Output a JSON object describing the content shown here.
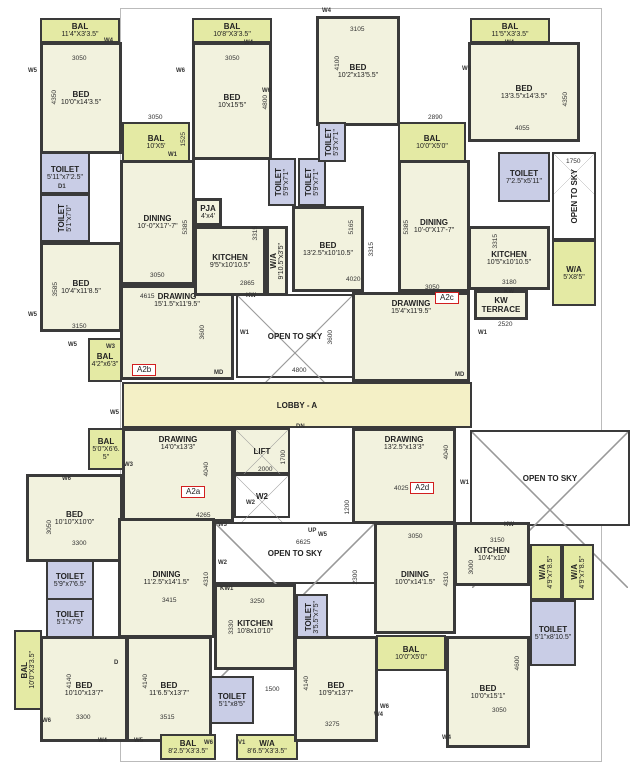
{
  "colors": {
    "room": "#f2f2de",
    "toilet": "#c9cde6",
    "balcony": "#e4eaa4",
    "lobby": "#f4f0c6",
    "wall": "#3a3a3a",
    "unit_tag": "#d21f1f"
  },
  "unit_tags": [
    "A2b",
    "A2c",
    "A2a",
    "A2d"
  ],
  "rooms": [
    {
      "name": "BAL",
      "dims": "11'4\"X3'3.5\"",
      "type": "bal"
    },
    {
      "name": "BED",
      "dims": "10'0\"x14'3.5\"",
      "type": "room"
    },
    {
      "name": "BAL",
      "dims": "10'X5'",
      "type": "bal"
    },
    {
      "name": "TOILET",
      "dims": "5'11\"x7'2.5\"",
      "type": "toilet"
    },
    {
      "name": "TOILET",
      "dims": "5'1\"x7'0\"",
      "type": "toilet"
    },
    {
      "name": "DINING",
      "dims": "10'-0\"X17'-7\"",
      "type": "room"
    },
    {
      "name": "BED",
      "dims": "10'4\"x11'8.5\"",
      "type": "room"
    },
    {
      "name": "DRAWING",
      "dims": "15'1.5\"x11'9.5\"",
      "type": "room"
    },
    {
      "name": "BAL",
      "dims": "4'2\"x6'3\"",
      "type": "bal"
    },
    {
      "name": "PJA",
      "dims": "4'x4'",
      "type": "room"
    },
    {
      "name": "KITCHEN",
      "dims": "9'5\"x10'10.5\"",
      "type": "room"
    },
    {
      "name": "W/A",
      "dims": "9'10.5\"x3'5\"",
      "type": "room"
    },
    {
      "name": "BAL",
      "dims": "10'8\"X3'3.5\"",
      "type": "bal"
    },
    {
      "name": "BED",
      "dims": "10'x15'5\"",
      "type": "room"
    },
    {
      "name": "TOILET",
      "dims": "5'9\"x7'1\"",
      "type": "toilet"
    },
    {
      "name": "TOILET",
      "dims": "5'9\"x7'1\"",
      "type": "toilet"
    },
    {
      "name": "BED",
      "dims": "10'2\"x13'5.5\"",
      "type": "room"
    },
    {
      "name": "TOILET",
      "dims": "5'3\"x7'1\"",
      "type": "toilet"
    },
    {
      "name": "BED",
      "dims": "13'2.5\"x10'10.5\"",
      "type": "room"
    },
    {
      "name": "BAL",
      "dims": "10'0\"X5'0\"",
      "type": "bal"
    },
    {
      "name": "BAL",
      "dims": "11'5\"X3'3.5\"",
      "type": "bal"
    },
    {
      "name": "BED",
      "dims": "13'3.5\"x14'3.5\"",
      "type": "room"
    },
    {
      "name": "DINING",
      "dims": "10'-0\"X17'-7\"",
      "type": "room"
    },
    {
      "name": "TOILET",
      "dims": "7'2.5\"x5'11\"",
      "type": "toilet"
    },
    {
      "name": "KITCHEN",
      "dims": "10'5\"x10'10.5\"",
      "type": "room"
    },
    {
      "name": "OPEN TO SKY",
      "dims": "",
      "type": "sky"
    },
    {
      "name": "W/A",
      "dims": "5'X8'5\"",
      "type": "bal"
    },
    {
      "name": "KW TERRACE",
      "dims": "",
      "type": "room"
    },
    {
      "name": "DRAWING",
      "dims": "15'4\"x11'9.5\"",
      "type": "room"
    },
    {
      "name": "OPEN TO SKY",
      "dims": "",
      "type": "sky"
    },
    {
      "name": "LOBBY - A",
      "dims": "",
      "type": "lobby"
    },
    {
      "name": "BAL",
      "dims": "5'0\"X6'6.5\"",
      "type": "bal"
    },
    {
      "name": "DRAWING",
      "dims": "14'0\"x13'3\"",
      "type": "room"
    },
    {
      "name": "LIFT",
      "dims": "",
      "type": "lift"
    },
    {
      "name": "W2",
      "dims": "",
      "type": "sky"
    },
    {
      "name": "BED",
      "dims": "10'10\"X10'0\"",
      "type": "room"
    },
    {
      "name": "OPEN TO SKY",
      "dims": "",
      "type": "sky"
    },
    {
      "name": "DRAWING",
      "dims": "13'2.5\"x13'3\"",
      "type": "room"
    },
    {
      "name": "OPEN TO SKY",
      "dims": "",
      "type": "sky"
    },
    {
      "name": "DINING",
      "dims": "11'2.5\"x14'1.5\"",
      "type": "room"
    },
    {
      "name": "TOILET",
      "dims": "5'9\"x7'6.5\"",
      "type": "toilet"
    },
    {
      "name": "TOILET",
      "dims": "5'1\"x7'5\"",
      "type": "toilet"
    },
    {
      "name": "BED",
      "dims": "10'10\"x13'7\"",
      "type": "room"
    },
    {
      "name": "BAL",
      "dims": "10'0\"X3'3.5\"",
      "type": "bal"
    },
    {
      "name": "BED",
      "dims": "11'6.5\"x13'7\"",
      "type": "room"
    },
    {
      "name": "KITCHEN",
      "dims": "10'8x10'10\"",
      "type": "room"
    },
    {
      "name": "TOILET",
      "dims": "5'1\"x8'5\"",
      "type": "toilet"
    },
    {
      "name": "W/A",
      "dims": "8'6.5\"X3'3.5\"",
      "type": "bal"
    },
    {
      "name": "BAL",
      "dims": "8'2.5\"X3'3.5\"",
      "type": "bal"
    },
    {
      "name": "TOILET",
      "dims": "3'5.5\"x7'5\"",
      "type": "toilet"
    },
    {
      "name": "BED",
      "dims": "10'9\"x13'7\"",
      "type": "room"
    },
    {
      "name": "DINING",
      "dims": "10'0\"x14'1.5\"",
      "type": "room"
    },
    {
      "name": "BAL",
      "dims": "10'0\"X5'0\"",
      "type": "bal"
    },
    {
      "name": "KITCHEN",
      "dims": "10'4\"x10'",
      "type": "room"
    },
    {
      "name": "W/A",
      "dims": "4'9\"x7'8.5\"",
      "type": "bal"
    },
    {
      "name": "W/A",
      "dims": "4'9\"x7'8.5\"",
      "type": "bal"
    },
    {
      "name": "TOILET",
      "dims": "5'1\"x8'10.5\"",
      "type": "toilet"
    },
    {
      "name": "BED",
      "dims": "10'0\"x15'1\"",
      "type": "room"
    }
  ],
  "dimensions": [
    "3050",
    "4350",
    "3050",
    "1525",
    "3050",
    "4800",
    "3105",
    "4100",
    "2890",
    "4055",
    "4350",
    "1750",
    "5385",
    "3315",
    "3050",
    "2865",
    "4615",
    "3585",
    "3150",
    "3600",
    "4800",
    "5165",
    "3315",
    "4020",
    "5385",
    "3315",
    "3050",
    "3180",
    "2520",
    "3600",
    "2000",
    "1700",
    "4040",
    "4265",
    "3050",
    "3300",
    "6625",
    "4025",
    "4040",
    "1200",
    "3050",
    "3150",
    "3000",
    "2300",
    "4310",
    "3415",
    "3250",
    "3330",
    "1500",
    "4140",
    "4140",
    "3300",
    "3515",
    "4140",
    "3275",
    "4310",
    "4600",
    "3050"
  ],
  "openings": [
    "W4",
    "W5",
    "W6",
    "W1",
    "D1",
    "W6",
    "W4",
    "W4",
    "W6",
    "W4",
    "W5",
    "W5",
    "W3",
    "W1",
    "KW",
    "MD",
    "KW",
    "W1",
    "MD",
    "W5",
    "W6",
    "W3",
    "W2",
    "W3",
    "W2",
    "W5",
    "W1",
    "KW",
    "KW1",
    "W6",
    "W5",
    "W4",
    "V1",
    "W6",
    "W4",
    "W4",
    "W6",
    "DN",
    "UP",
    "D"
  ]
}
